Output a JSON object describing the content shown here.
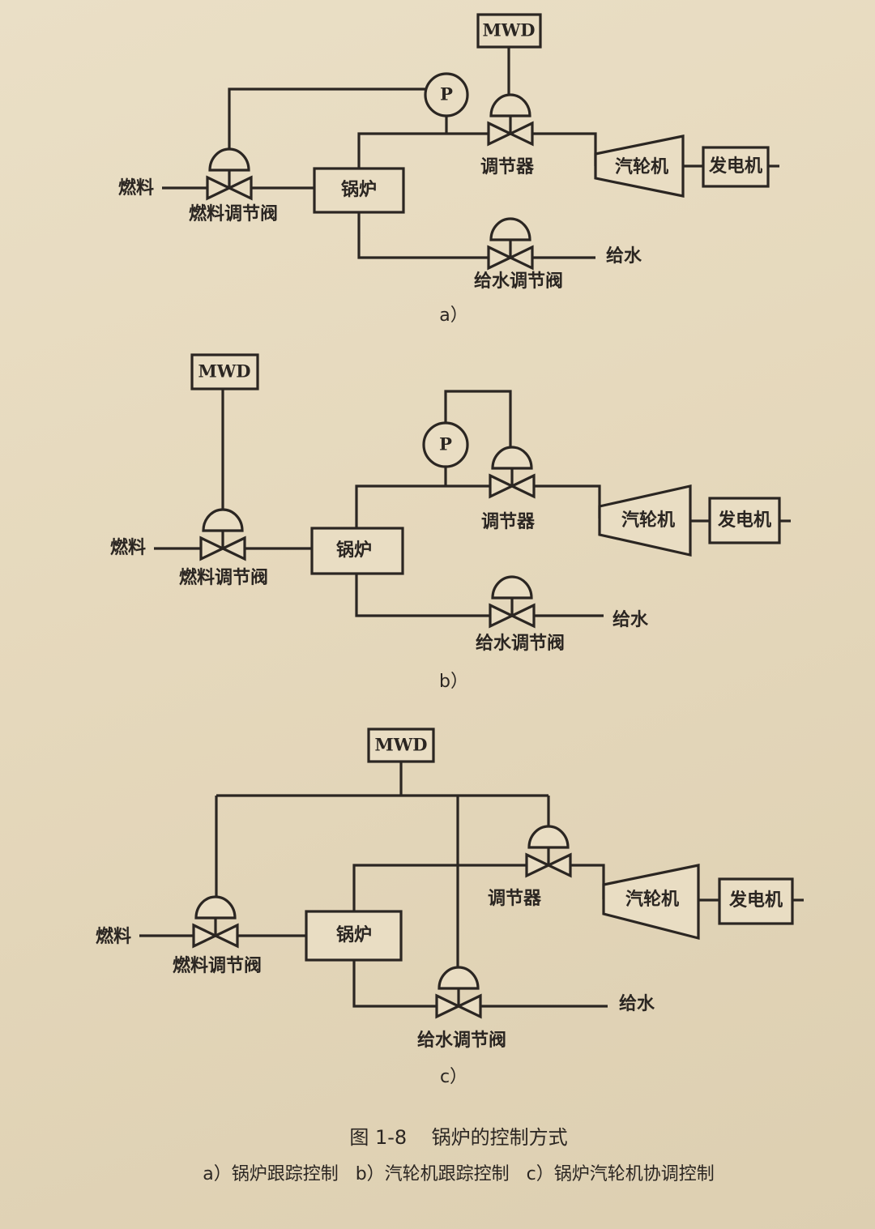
{
  "labels": {
    "mwd": "MWD",
    "pressure": "P",
    "regulator": "调节器",
    "turbine": "汽轮机",
    "generator": "发电机",
    "boiler": "锅炉",
    "fuel": "燃料",
    "fuel_valve": "燃料调节阀",
    "feedwater": "给水",
    "feedwater_valve": "给水调节阀"
  },
  "diagrams": [
    {
      "tag": "a）"
    },
    {
      "tag": "b）"
    },
    {
      "tag": "c）"
    }
  ],
  "caption": {
    "title": "图 1-8    锅炉的控制方式",
    "subtitle": "a）锅炉跟踪控制   b）汽轮机跟踪控制   c）锅炉汽轮机协调控制"
  }
}
